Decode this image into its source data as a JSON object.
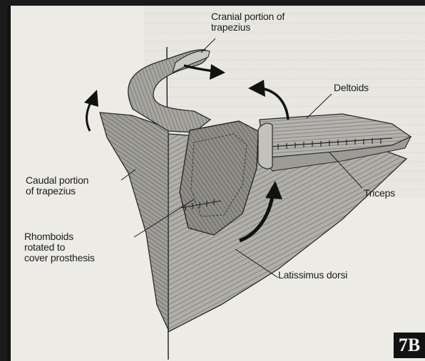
{
  "figure_number": "7B",
  "labels": {
    "cranial_trapezius": "Cranial portion of\ntrapezius",
    "deltoids": "Deltoids",
    "caudal_trapezius": "Caudal portion\nof trapezius",
    "triceps": "Triceps",
    "rhomboids": "Rhomboids\nrotated to\ncover prosthesis",
    "latissimus": "Latissimus dorsi"
  },
  "colors": {
    "ink": "#1c1c1c",
    "muscle": "#a9a8a3",
    "muscle_dark": "#8a8985",
    "paper": "#ecebe6"
  }
}
